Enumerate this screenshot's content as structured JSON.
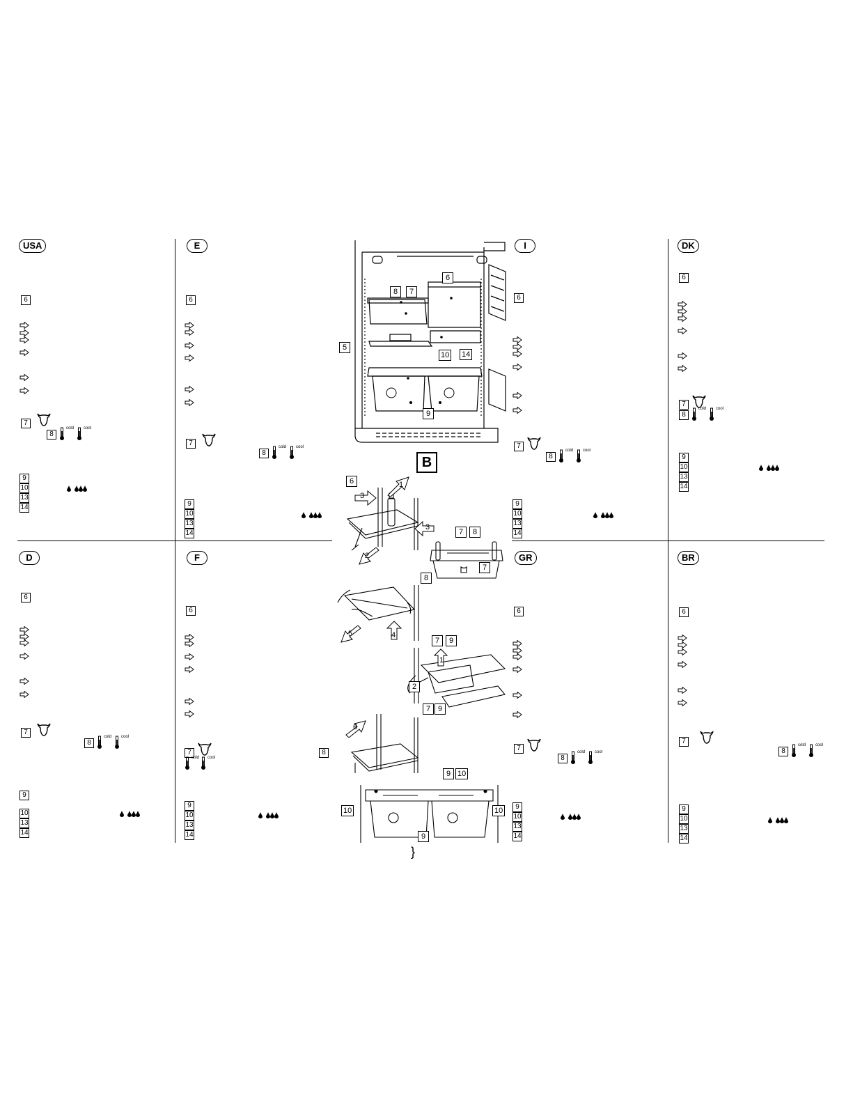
{
  "sections": [
    {
      "code": "USA"
    },
    {
      "code": "E"
    },
    {
      "code": "I"
    },
    {
      "code": "DK"
    },
    {
      "code": "D"
    },
    {
      "code": "F"
    },
    {
      "code": "GR"
    },
    {
      "code": "BR"
    }
  ],
  "labels": {
    "n5": "5",
    "n6": "6",
    "n7": "7",
    "n8": "8",
    "n9": "9",
    "n10": "10",
    "n13": "13",
    "n14": "14",
    "n1": "1",
    "n2": "2",
    "n3": "3",
    "n4": "4",
    "figure_letter": "B",
    "cold": "cold",
    "cool": "cool",
    "brace": "}"
  }
}
